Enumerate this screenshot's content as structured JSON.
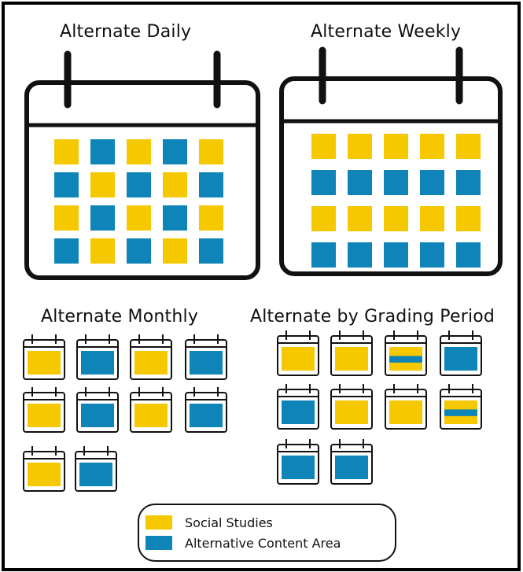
{
  "colors": {
    "social_studies": "#F5C800",
    "alternative": "#0E84B8",
    "outline": "#111111"
  },
  "sections": {
    "daily": {
      "title": "Alternate Daily",
      "grid": [
        [
          "S",
          "A",
          "S",
          "A",
          "S"
        ],
        [
          "A",
          "S",
          "A",
          "S",
          "A"
        ],
        [
          "S",
          "A",
          "S",
          "A",
          "S"
        ],
        [
          "A",
          "S",
          "A",
          "S",
          "A"
        ]
      ]
    },
    "weekly": {
      "title": "Alternate Weekly",
      "grid": [
        [
          "S",
          "S",
          "S",
          "S",
          "S"
        ],
        [
          "A",
          "A",
          "A",
          "A",
          "A"
        ],
        [
          "S",
          "S",
          "S",
          "S",
          "S"
        ],
        [
          "A",
          "A",
          "A",
          "A",
          "A"
        ]
      ]
    },
    "monthly": {
      "title": "Alternate Monthly",
      "calendars": [
        "S",
        "A",
        "S",
        "A",
        "S",
        "A",
        "S",
        "A",
        "S",
        "A"
      ]
    },
    "grading": {
      "title": "Alternate by Grading Period",
      "calendars": [
        "S",
        "S",
        "SA",
        "A",
        "A",
        "S",
        "S",
        "SA",
        "A",
        "A"
      ]
    }
  },
  "legend": {
    "items": [
      {
        "label": "Social Studies",
        "color": "#F5C800"
      },
      {
        "label": "Alternative Content Area",
        "color": "#0E84B8"
      }
    ]
  }
}
